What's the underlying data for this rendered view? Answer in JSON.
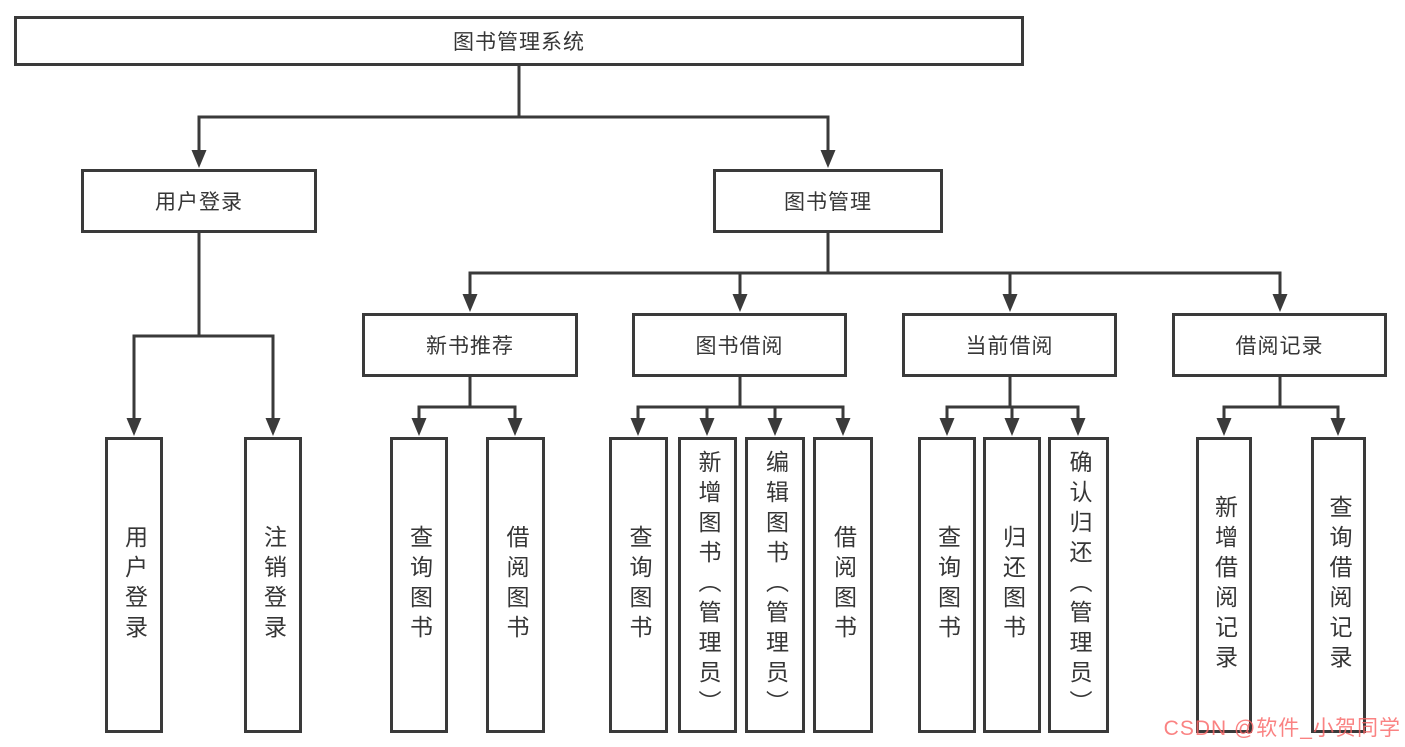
{
  "diagram": {
    "type": "hierarchy-tree",
    "tree": {
      "label": "图书管理系统",
      "children": [
        {
          "label": "用户登录",
          "children": [
            {
              "label": "用户登录"
            },
            {
              "label": "注销登录"
            }
          ]
        },
        {
          "label": "图书管理",
          "children": [
            {
              "label": "新书推荐",
              "children": [
                {
                  "label": "查询图书"
                },
                {
                  "label": "借阅图书"
                }
              ]
            },
            {
              "label": "图书借阅",
              "children": [
                {
                  "label": "查询图书"
                },
                {
                  "label": "新增图书（管理员）"
                },
                {
                  "label": "编辑图书（管理员）"
                },
                {
                  "label": "借阅图书"
                }
              ]
            },
            {
              "label": "当前借阅",
              "children": [
                {
                  "label": "查询图书"
                },
                {
                  "label": "归还图书"
                },
                {
                  "label": "确认归还（管理员）"
                }
              ]
            },
            {
              "label": "借阅记录",
              "children": [
                {
                  "label": "新增借阅记录"
                },
                {
                  "label": "查询借阅记录"
                }
              ]
            }
          ]
        }
      ]
    },
    "colors": {
      "line": "#3a3a3a",
      "box_border": "#3a3a3a",
      "text": "#363636",
      "background": "#ffffff"
    }
  },
  "watermark": {
    "text": "CSDN @软件_小贺同学",
    "color": "#f96767"
  }
}
